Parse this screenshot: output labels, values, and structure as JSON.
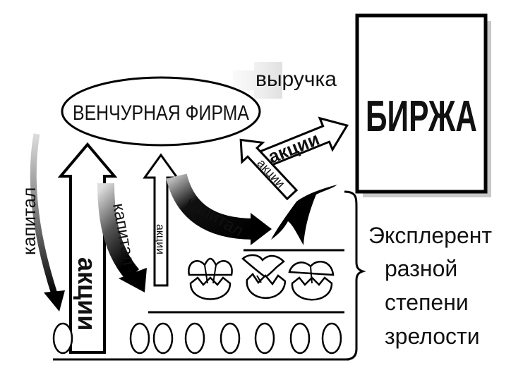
{
  "venture_firm": "ВЕНЧУРНАЯ ФИРМА",
  "exchange": "БИРЖА",
  "revenue": "выручка",
  "shares_to_exchange": "акции",
  "shares_from_exchange": "акции",
  "capital_outer": "капитал",
  "shares_big_arrow": "акции",
  "capital_mid": "капитал",
  "shares_small_arrow": "акции",
  "capital_black": "капитал",
  "explerent_lines": [
    "Эксплерент",
    "разной",
    "степени",
    "зрелости"
  ]
}
